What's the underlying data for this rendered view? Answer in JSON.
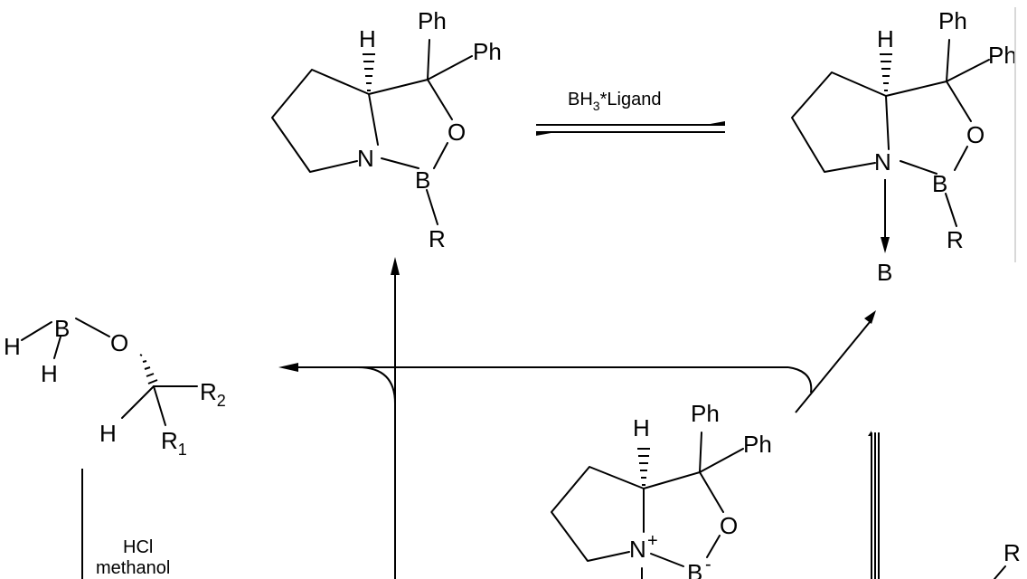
{
  "reagents": {
    "top": "BH3*Ligand",
    "top_base": "BH",
    "top_sub": "3",
    "top_rest": "*Ligand",
    "workup_1": "HCl",
    "workup_2": "methanol"
  },
  "catalyst": {
    "h": "H",
    "ph1": "Ph",
    "ph2": "Ph",
    "o": "O",
    "n": "N",
    "b": "B",
    "r": "R"
  },
  "borane_complex": {
    "h": "H",
    "ph1": "Ph",
    "ph2": "Ph",
    "o": "O",
    "n": "N",
    "b": "B",
    "r": "R",
    "coordinated_b": "B"
  },
  "product": {
    "b": "B",
    "o": "O",
    "h_left": "H",
    "h_lower": "H",
    "h_alpha": "H",
    "r2_base": "R",
    "r2_sub": "2",
    "r1_base": "R",
    "r1_sub": "1"
  },
  "intermediate": {
    "h": "H",
    "ph1": "Ph",
    "ph2": "Ph",
    "o": "O",
    "n": "N",
    "n_charge": "+",
    "b": "B",
    "b_charge": "-"
  },
  "ketone_partial": {
    "r": "R"
  }
}
